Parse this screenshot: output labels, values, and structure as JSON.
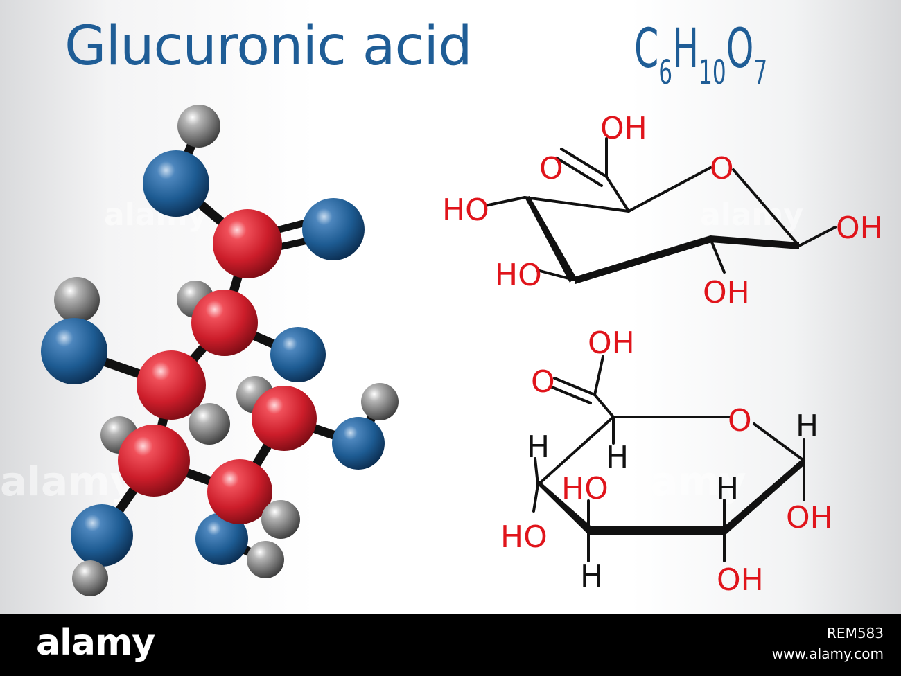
{
  "title": "Glucuronic acid",
  "formula": {
    "c": "C",
    "c_n": "6",
    "h": "H",
    "h_n": "10",
    "o": "O",
    "o_n": "7"
  },
  "colors": {
    "title": "#1f5d96",
    "carbon_red": "#d6202b",
    "oxygen_blue": "#1f5d96",
    "hydrogen_grey": "#7a7a7a",
    "label_red": "#e0141b",
    "bond_black": "#111111"
  },
  "structure_top": {
    "labels": {
      "oh_top": "OH",
      "o_double": "O",
      "o_ring": "O",
      "ho_left": "HO",
      "oh_right": "OH",
      "ho_bottom_left": "HO",
      "oh_bottom": "OH"
    }
  },
  "structure_bottom": {
    "labels": {
      "oh_top": "OH",
      "o_double": "O",
      "o_ring": "O",
      "h_right_top": "H",
      "h_c5": "H",
      "h_left": "H",
      "ho_mid": "HO",
      "h_mid_right": "H",
      "oh_right": "OH",
      "ho_left": "HO",
      "h_bottom": "H",
      "oh_bottom": "OH"
    }
  },
  "watermark": "alamy",
  "footer": {
    "logo": "alamy",
    "image_id": "REM583",
    "url": "www.alamy.com"
  }
}
